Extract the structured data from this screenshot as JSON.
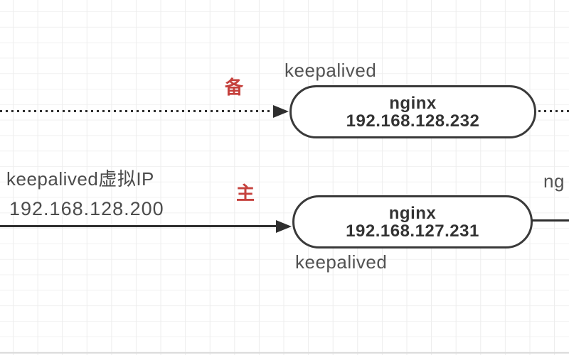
{
  "diagram": {
    "top_group": {
      "label": "keepalived",
      "role_badge": "备",
      "node": {
        "name": "nginx",
        "ip": "192.168.128.232"
      },
      "connector_style": "dotted-arrow"
    },
    "bottom_group": {
      "label": "keepalived",
      "role_badge": "主",
      "node": {
        "name": "nginx",
        "ip": "192.168.127.231"
      },
      "connector_style": "solid-arrow"
    },
    "vip_label": {
      "title": "keepalived虚拟IP",
      "ip": "192.168.128.200"
    },
    "right_edge_clipped_label": "ng",
    "colors": {
      "role_badge": "#c5413d",
      "connector": "#2e2e2e",
      "node_border": "#3a3a3a",
      "node_text": "#333333",
      "label_text": "#525252",
      "grid_line": "#ededed",
      "background": "#ffffff"
    }
  }
}
